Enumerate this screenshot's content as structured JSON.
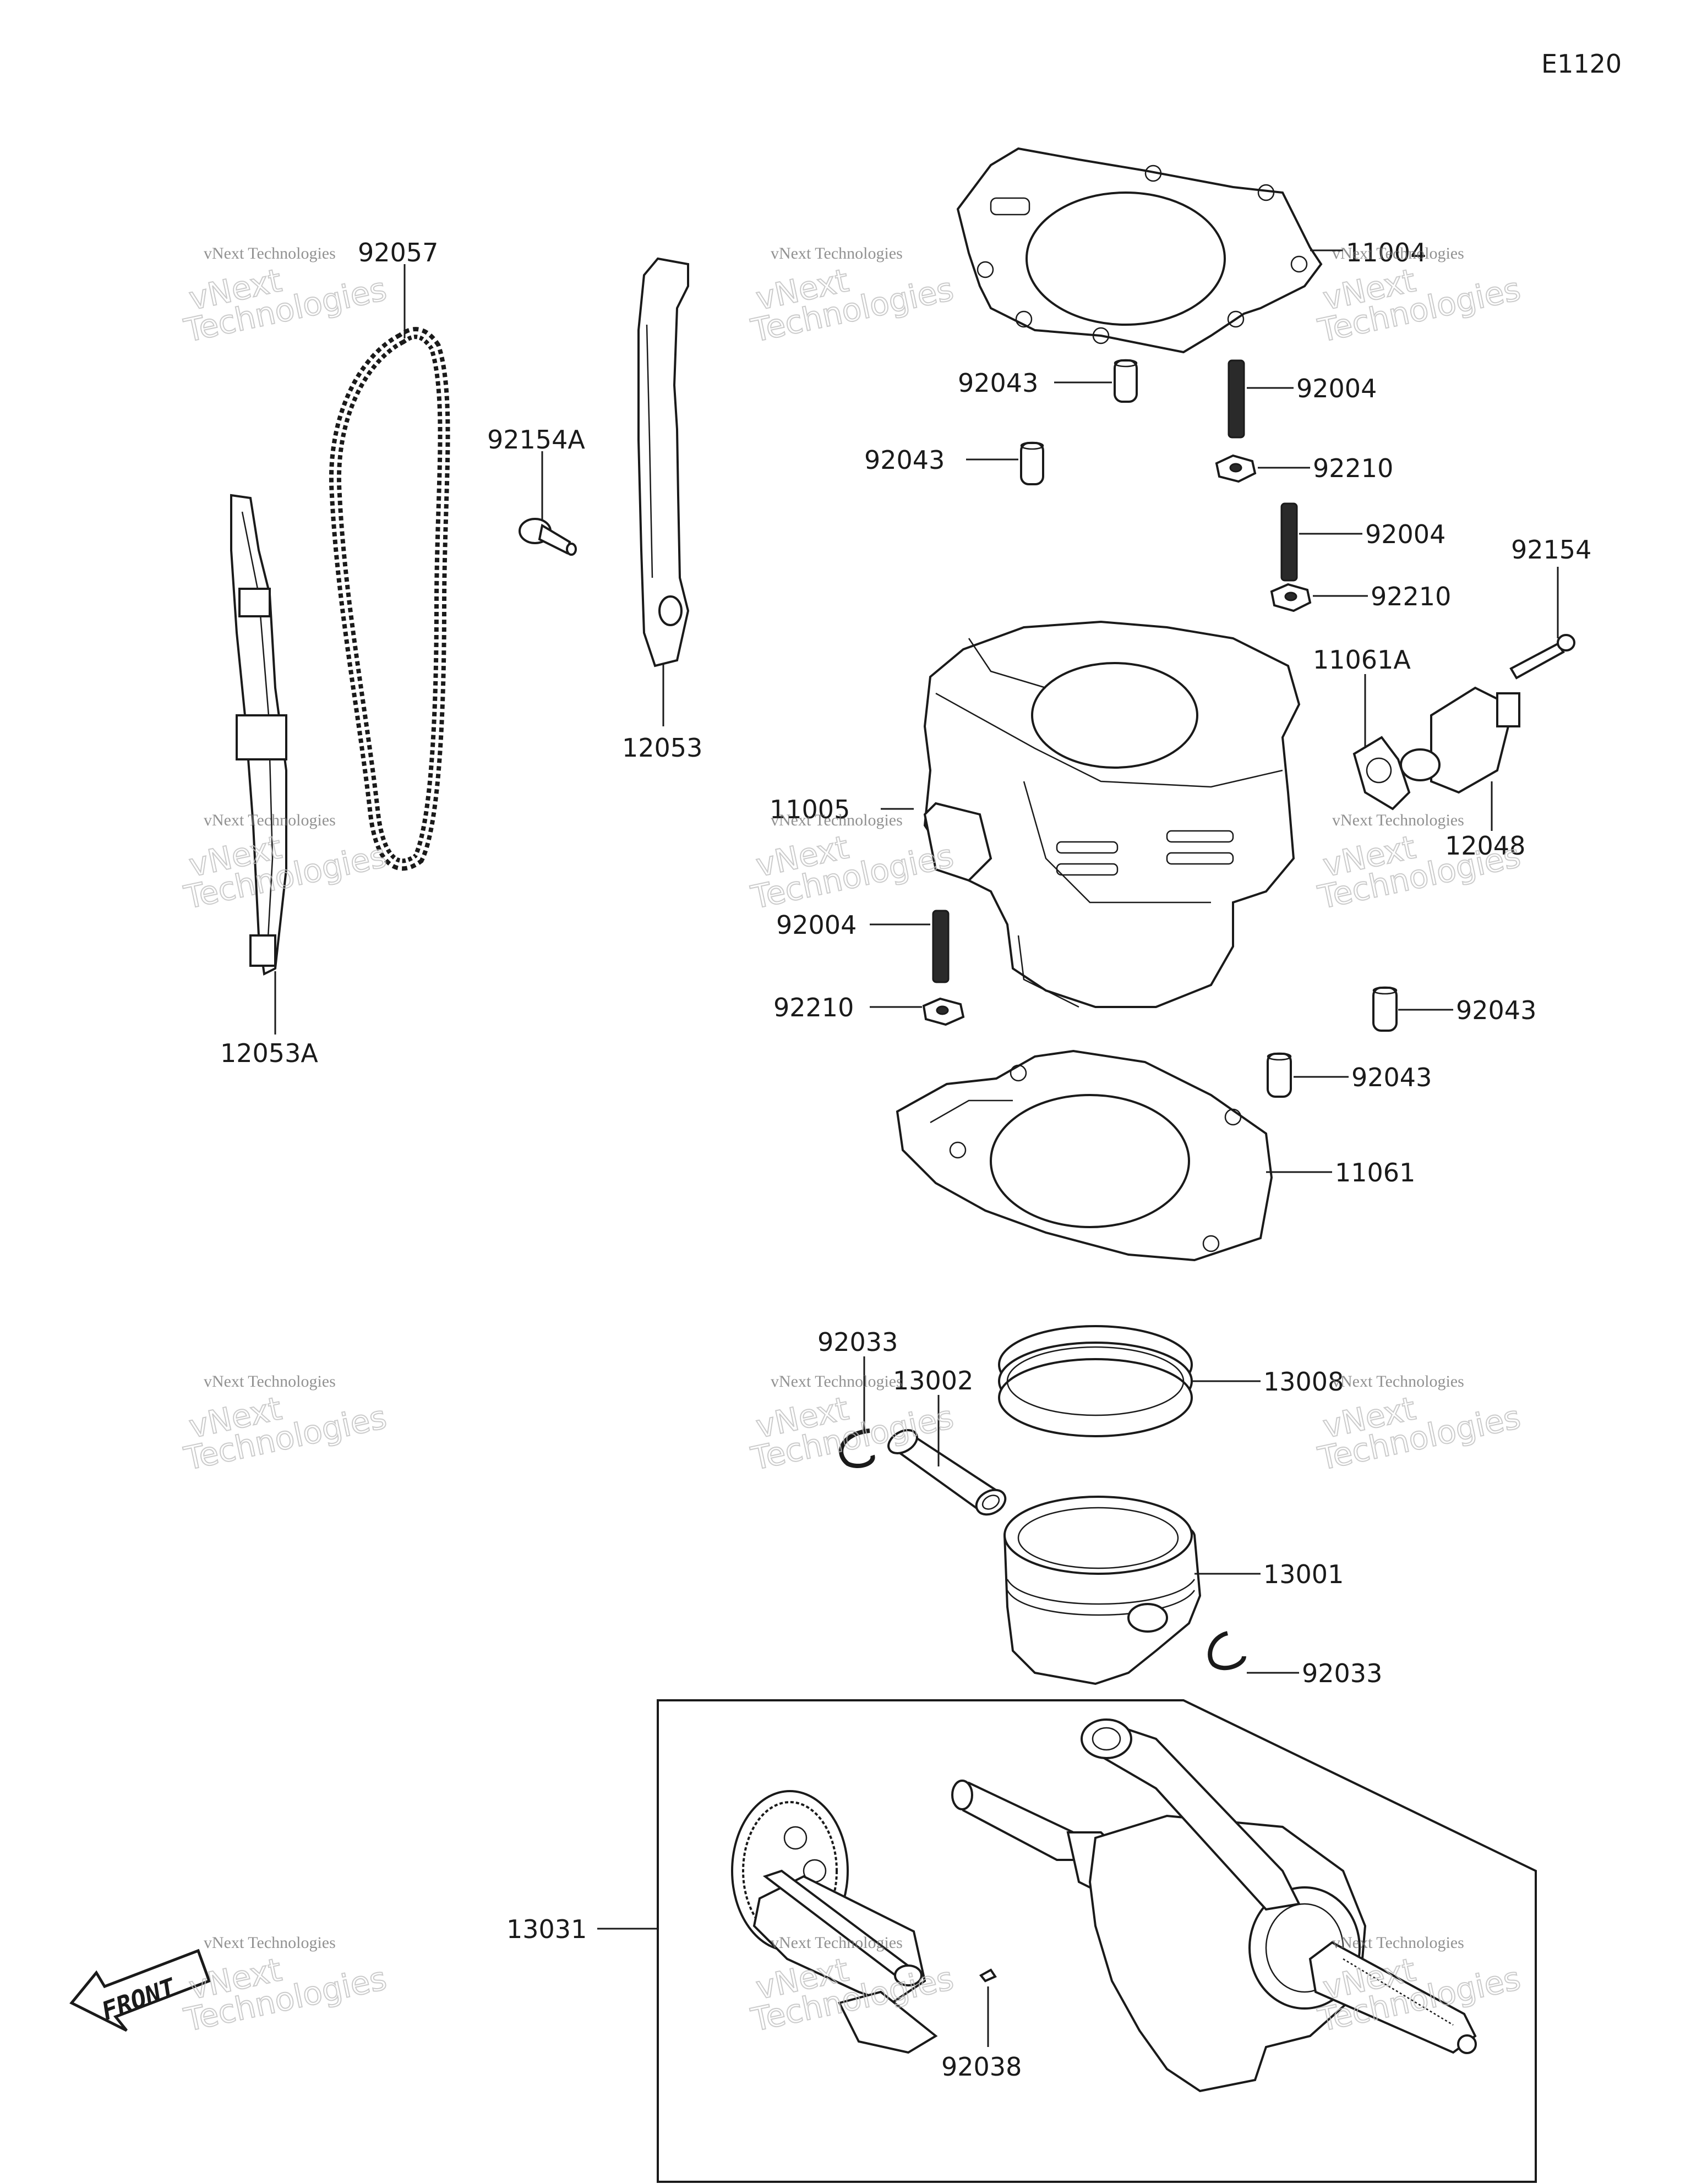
{
  "diagram_code": "E1120",
  "watermark": {
    "line1": "vNext Technologies",
    "line2_a": "vNext",
    "line2_b": "Technologies"
  },
  "front_label": "FRONT",
  "parts": [
    {
      "number": "92057"
    },
    {
      "number": "92154A"
    },
    {
      "number": "12053"
    },
    {
      "number": "11004"
    },
    {
      "number": "92043"
    },
    {
      "number": "92004"
    },
    {
      "number": "92210"
    },
    {
      "number": "92154"
    },
    {
      "number": "11061A"
    },
    {
      "number": "11005"
    },
    {
      "number": "12048"
    },
    {
      "number": "12053A"
    },
    {
      "number": "11061"
    },
    {
      "number": "92033"
    },
    {
      "number": "13002"
    },
    {
      "number": "13008"
    },
    {
      "number": "13001"
    },
    {
      "number": "13031"
    },
    {
      "number": "92038"
    }
  ]
}
